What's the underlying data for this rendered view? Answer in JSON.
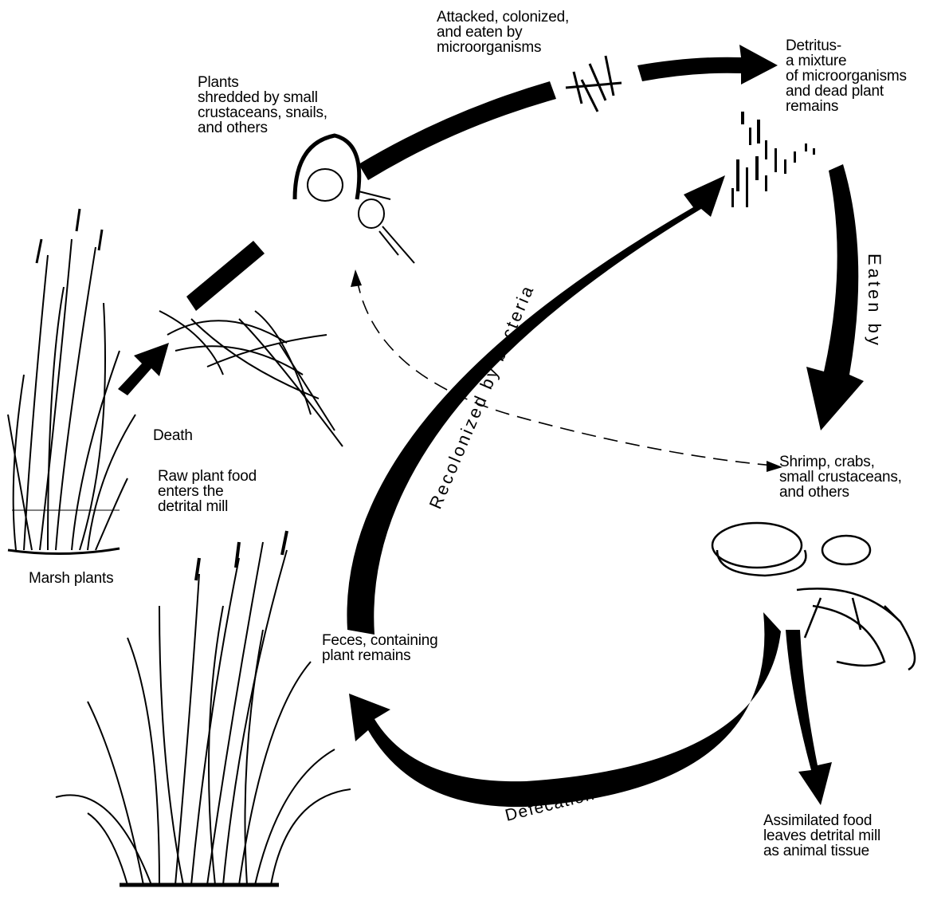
{
  "labels": {
    "attacked": "Attacked, colonized,\nand eaten by\nmicroorganisms",
    "detritus": "Detritus-\na mixture\nof microorganisms\nand dead plant\nremains",
    "plants_shredded": "Plants\nshredded by small\ncrustaceans, snails,\nand others",
    "eaten_by": "Eaten by",
    "recolonized": "Recolonized by bacteria",
    "death": "Death",
    "raw_plant_food": "Raw plant food\nenters the\ndetrital mill",
    "marsh_plants": "Marsh plants",
    "shrimp": "Shrimp, crabs,\nsmall crustaceans,\nand others",
    "feces": "Feces, containing\nplant remains",
    "defecation": "Defecation",
    "assimilated": "Assimilated food\nleaves detrital mill\nas animal tissue"
  },
  "colors": {
    "ink": "#000000",
    "background": "#ffffff"
  }
}
